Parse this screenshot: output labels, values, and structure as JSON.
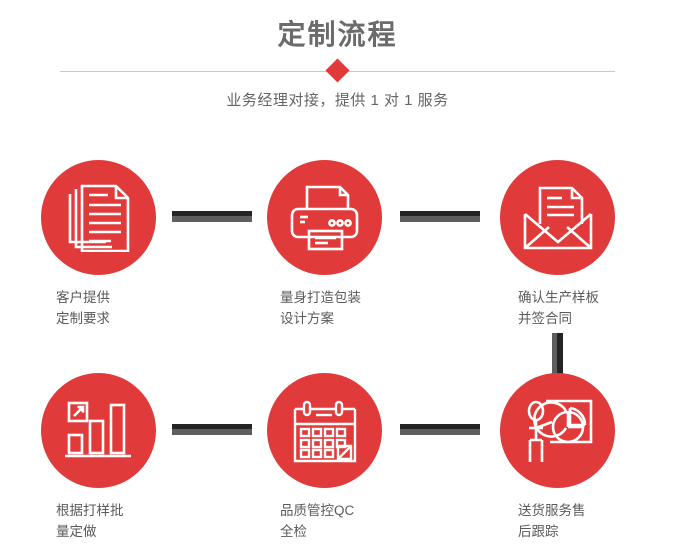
{
  "header": {
    "title": "定制流程",
    "subtitle": "业务经理对接，提供 1 对 1 服务",
    "diamond_color": "#e03a3a",
    "divider_color": "#c9c9c9",
    "title_color": "#6b6b6b",
    "subtitle_color": "#656565"
  },
  "theme": {
    "accent": "#e03a3a",
    "connector_dark": "#242424",
    "connector_light": "#5e5e5e",
    "label_color": "#5b5b5b",
    "background": "#ffffff"
  },
  "steps": [
    {
      "index": 1,
      "icon": "documents-stack-icon",
      "label": "客户提供\n定制要求",
      "label_line1": "客户提供",
      "label_line2": "定制要求"
    },
    {
      "index": 2,
      "icon": "printer-icon",
      "label": "量身打造包装\n设计方案",
      "label_line1": "量身打造包装",
      "label_line2": "设计方案"
    },
    {
      "index": 3,
      "icon": "envelope-letter-icon",
      "label": "确认生产样板\n并签合同",
      "label_line1": "确认生产样板",
      "label_line2": "并签合同"
    },
    {
      "index": 4,
      "icon": "bar-chart-growth-icon",
      "label": "根据打样批\n量定做",
      "label_line1": "根据打样批",
      "label_line2": "量定做"
    },
    {
      "index": 5,
      "icon": "calendar-check-icon",
      "label": "品质管控QC\n全检",
      "label_line1": "品质管控QC",
      "label_line2": "全检"
    },
    {
      "index": 6,
      "icon": "presenter-pie-chart-icon",
      "label": "送货服务售\n后跟踪",
      "label_line1": "送货服务售",
      "label_line2": "后跟踪"
    }
  ],
  "connectors": [
    {
      "name": "connector-step1-step2",
      "orientation": "horizontal"
    },
    {
      "name": "connector-step2-step3",
      "orientation": "horizontal"
    },
    {
      "name": "connector-step3-step6",
      "orientation": "vertical"
    },
    {
      "name": "connector-step4-step5",
      "orientation": "horizontal"
    },
    {
      "name": "connector-step5-step6",
      "orientation": "horizontal"
    }
  ]
}
